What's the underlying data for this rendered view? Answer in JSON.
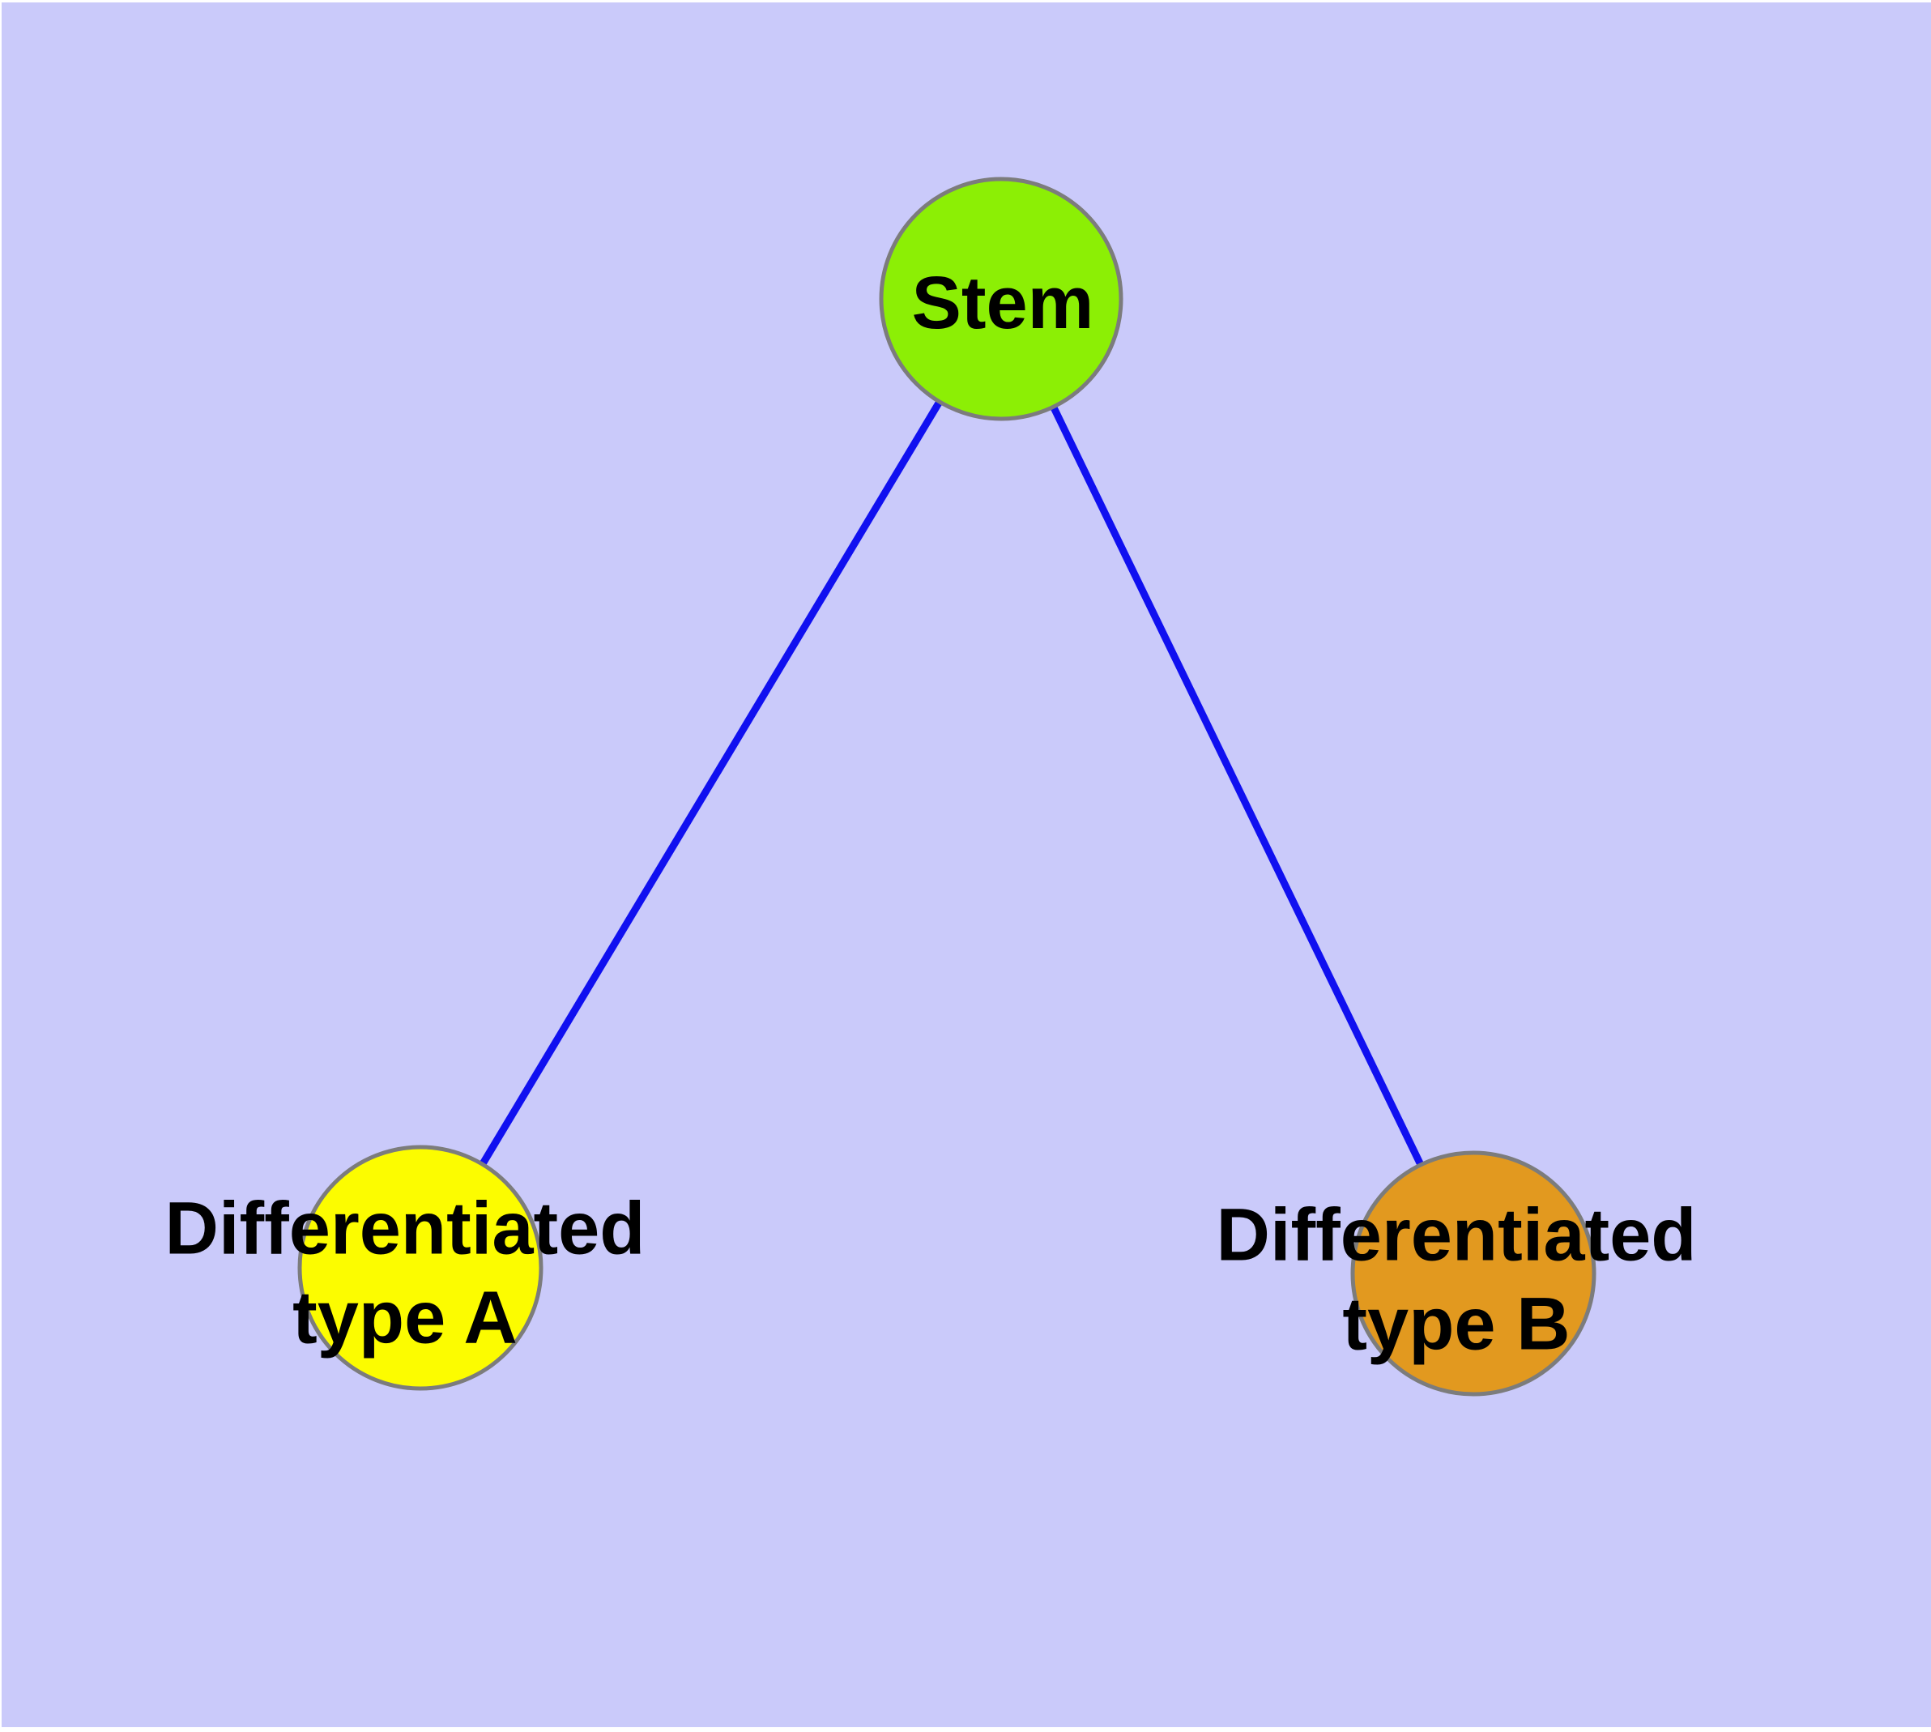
{
  "colors": {
    "background": "#CACAFA",
    "edge": "#1010F0",
    "node_border": "#7C7C7C",
    "label_text": "#000000"
  },
  "nodes": {
    "stem": {
      "label": "Stem",
      "fill": "#8CEF05"
    },
    "type_a": {
      "label": "Differentiated\ntype A",
      "fill": "#FCFC00"
    },
    "type_b": {
      "label": "Differentiated\ntype B",
      "fill": "#E2991F"
    }
  },
  "edges": [
    {
      "from": "stem",
      "to": "type_a"
    },
    {
      "from": "stem",
      "to": "type_b"
    }
  ]
}
